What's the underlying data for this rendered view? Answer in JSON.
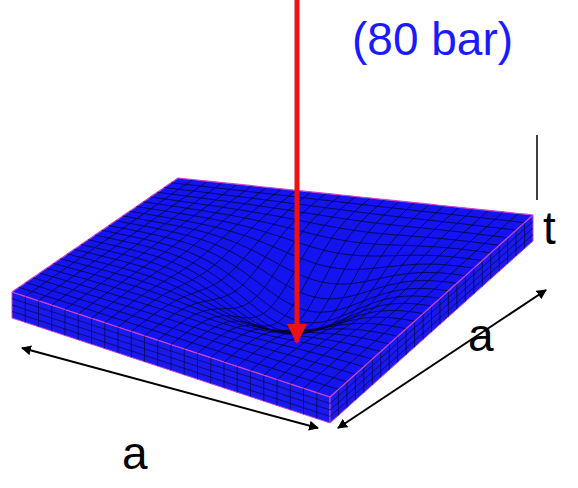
{
  "diagram": {
    "labels": [
      "(80 bar)",
      "t",
      "a",
      "a"
    ]
  }
}
